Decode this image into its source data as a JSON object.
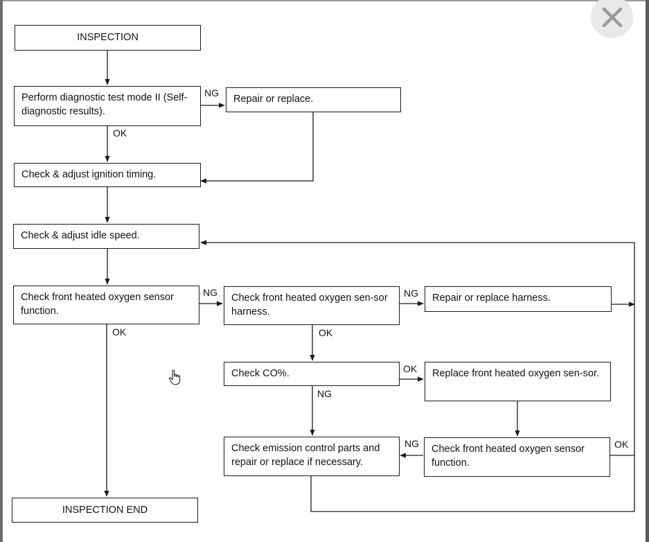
{
  "boxes": {
    "inspection": "INSPECTION",
    "diag_test": "Perform diagnostic test mode II (Self-diagnostic results).",
    "repair_replace": "Repair or replace.",
    "ignition_timing": "Check & adjust ignition timing.",
    "idle_speed": "Check & adjust idle speed.",
    "sensor_function_1": "Check front heated oxygen sensor function.",
    "sensor_harness": "Check front heated oxygen sen-sor harness.",
    "repair_harness": "Repair or replace harness.",
    "co_percent": "Check CO%.",
    "replace_sensor": "Replace front heated oxygen sen-sor.",
    "emission_parts": "Check emission control parts and repair or replace if necessary.",
    "sensor_function_2": "Check front heated oxygen sensor function.",
    "inspection_end": "INSPECTION END"
  },
  "labels": {
    "ng_diag": "NG",
    "ok_diag": "OK",
    "ng_sensor1": "NG",
    "ok_sensor1": "OK",
    "ng_harness": "NG",
    "ok_harness": "OK",
    "ok_co": "OK",
    "ng_co": "NG",
    "ng_sensor2": "NG",
    "ok_sensor2": "OK"
  },
  "colors": {
    "line": "#1a1a1a",
    "close_bg": "#e9e9e9",
    "close_x": "#9b9b9b"
  },
  "icons": {
    "close": "close-icon",
    "cursor": "hand-pointer-icon"
  }
}
